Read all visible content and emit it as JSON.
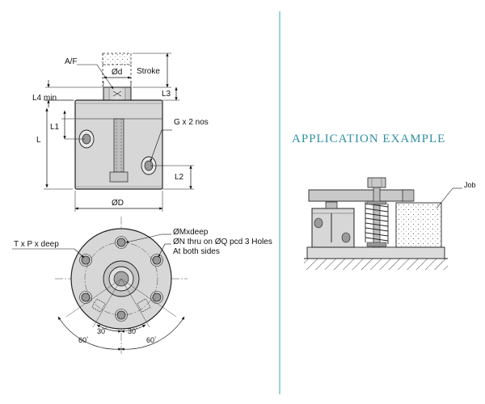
{
  "side_view": {
    "af": "A/F",
    "od": "Ød",
    "stroke": "Stroke",
    "l3": "L3",
    "l4min": "L4 min",
    "l1": "L1",
    "l": "L",
    "g": "G x 2 nos",
    "l2": "L2",
    "oD": "ØD"
  },
  "bottom_view": {
    "tpx": "T x P x deep",
    "om": "ØMxdeep",
    "on": "ØN thru on ØQ pcd 3 Holes",
    "both": "At both sides",
    "deg30a": "30",
    "deg30b": "30",
    "deg60a": "60",
    "deg60b": "60",
    "degree_sign": "°"
  },
  "application": {
    "title": "APPLICATION EXAMPLE",
    "job": "Job"
  },
  "colors": {
    "divider": "#3aa7b5",
    "title": "#2f8fa3",
    "body_fill": "#d7d7d7",
    "hatch": "#555555"
  }
}
